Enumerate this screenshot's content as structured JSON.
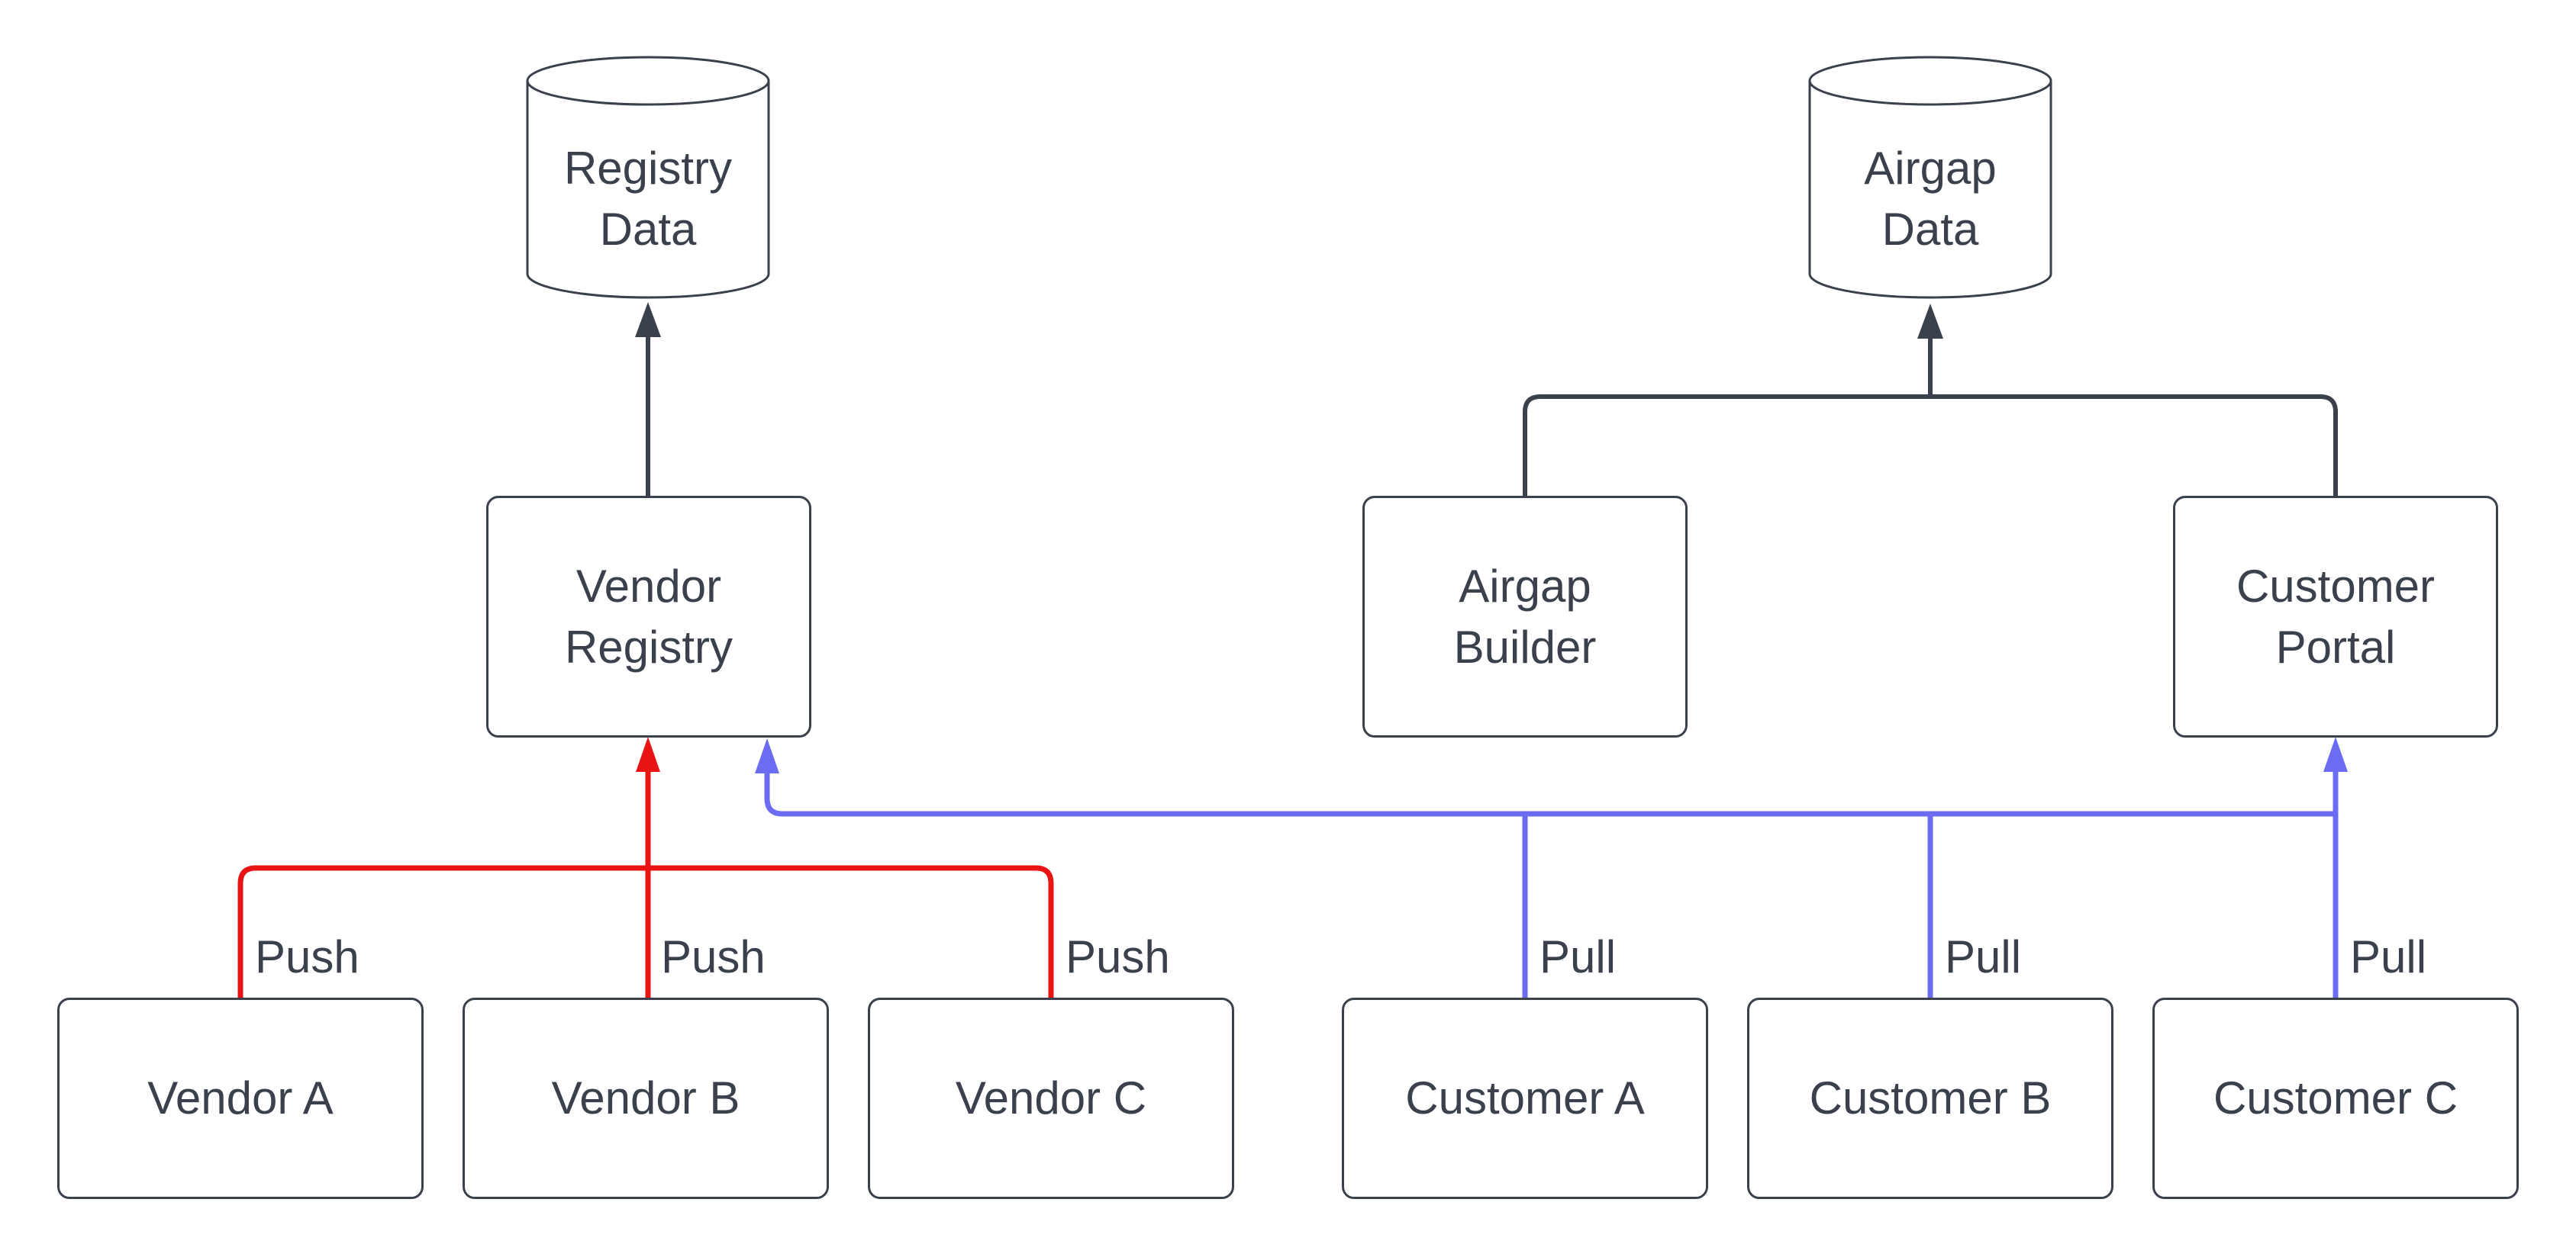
{
  "diagram": {
    "colors": {
      "background": "#ffffff",
      "node_fill": "#ffffff",
      "line": "#3a414c",
      "text": "#3a414c",
      "push": "#e81313",
      "pull": "#6c6cf2"
    },
    "nodes": {
      "registry_data": {
        "shape": "cylinder",
        "label": "Registry Data",
        "lines": [
          "Registry",
          "Data"
        ]
      },
      "airgap_data": {
        "shape": "cylinder",
        "label": "Airgap Data",
        "lines": [
          "Airgap",
          "Data"
        ]
      },
      "vendor_registry": {
        "shape": "box",
        "label": "Vendor Registry",
        "lines": [
          "Vendor",
          "Registry"
        ]
      },
      "airgap_builder": {
        "shape": "box",
        "label": "Airgap Builder",
        "lines": [
          "Airgap",
          "Builder"
        ]
      },
      "customer_portal": {
        "shape": "box",
        "label": "Customer Portal",
        "lines": [
          "Customer",
          "Portal"
        ]
      },
      "vendor_a": {
        "shape": "box",
        "label": "Vendor A",
        "lines": [
          "Vendor A"
        ]
      },
      "vendor_b": {
        "shape": "box",
        "label": "Vendor B",
        "lines": [
          "Vendor B"
        ]
      },
      "vendor_c": {
        "shape": "box",
        "label": "Vendor C",
        "lines": [
          "Vendor C"
        ]
      },
      "customer_a": {
        "shape": "box",
        "label": "Customer A",
        "lines": [
          "Customer A"
        ]
      },
      "customer_b": {
        "shape": "box",
        "label": "Customer B",
        "lines": [
          "Customer B"
        ]
      },
      "customer_c": {
        "shape": "box",
        "label": "Customer C",
        "lines": [
          "Customer C"
        ]
      }
    },
    "edge_labels": {
      "push": "Push",
      "pull": "Pull"
    },
    "edges": [
      {
        "type": "line",
        "from": "vendor_registry",
        "to": [
          "registry_data"
        ]
      },
      {
        "type": "line",
        "from": "airgap_builder",
        "to": [
          "airgap_data"
        ]
      },
      {
        "type": "line",
        "from": "customer_portal",
        "to": [
          "airgap_data"
        ]
      },
      {
        "type": "push",
        "from": "vendor_a",
        "to": [
          "vendor_registry"
        ],
        "label": "Push"
      },
      {
        "type": "push",
        "from": "vendor_b",
        "to": [
          "vendor_registry"
        ],
        "label": "Push"
      },
      {
        "type": "push",
        "from": "vendor_c",
        "to": [
          "vendor_registry"
        ],
        "label": "Push"
      },
      {
        "type": "pull",
        "from": "customer_a",
        "to": [
          "vendor_registry",
          "customer_portal"
        ],
        "label": "Pull"
      },
      {
        "type": "pull",
        "from": "customer_b",
        "to": [
          "vendor_registry",
          "customer_portal"
        ],
        "label": "Pull"
      },
      {
        "type": "pull",
        "from": "customer_c",
        "to": [
          "vendor_registry",
          "customer_portal"
        ],
        "label": "Pull"
      }
    ]
  }
}
